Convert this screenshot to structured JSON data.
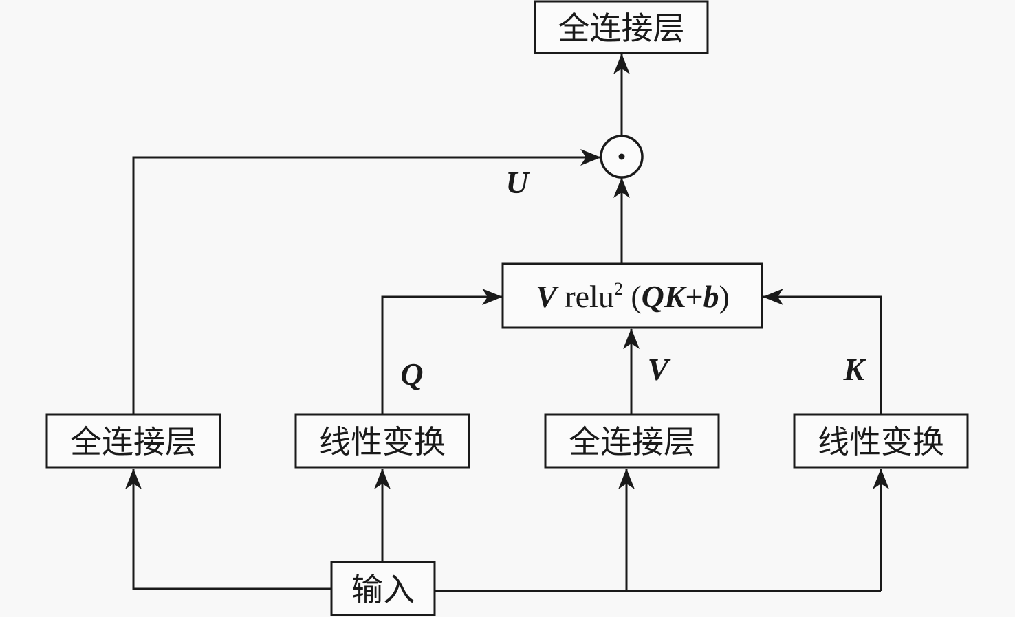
{
  "diagram": {
    "nodes": {
      "output_fc": {
        "label": "全连接层"
      },
      "hadamard": {
        "symbol": "⊙",
        "meaning": "element-wise product"
      },
      "attention": {
        "v": "V",
        "fn": " relu",
        "sup": "2",
        "open": " (",
        "q": "Q",
        "k": "K",
        "plus": "+",
        "b": "b",
        "close": ")"
      },
      "fc_u": {
        "label": "全连接层"
      },
      "linear_q": {
        "label": "线性变换"
      },
      "fc_v": {
        "label": "全连接层"
      },
      "linear_k": {
        "label": "线性变换"
      },
      "input": {
        "label": "输入"
      }
    },
    "edge_labels": {
      "u": "U",
      "q": "Q",
      "v": "V",
      "k": "K"
    },
    "edges": [
      {
        "from": "input",
        "to": "fc_u"
      },
      {
        "from": "input",
        "to": "linear_q"
      },
      {
        "from": "input",
        "to": "fc_v"
      },
      {
        "from": "input",
        "to": "linear_k"
      },
      {
        "from": "fc_u",
        "to": "hadamard",
        "label": "U"
      },
      {
        "from": "linear_q",
        "to": "attention",
        "label": "Q"
      },
      {
        "from": "fc_v",
        "to": "attention",
        "label": "V"
      },
      {
        "from": "linear_k",
        "to": "attention",
        "label": "K"
      },
      {
        "from": "attention",
        "to": "hadamard"
      },
      {
        "from": "hadamard",
        "to": "output_fc"
      }
    ]
  }
}
